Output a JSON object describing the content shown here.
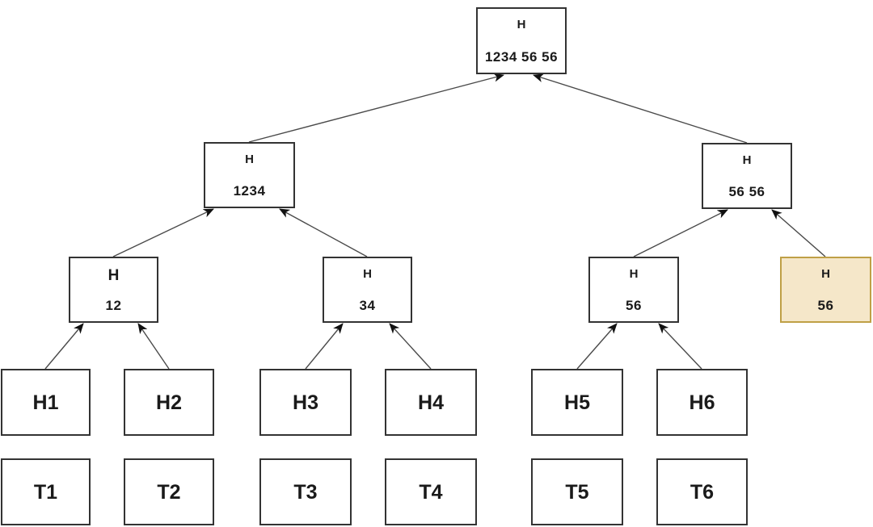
{
  "nodes": {
    "root": {
      "hash_label": "H",
      "value": "1234 56 56"
    },
    "n1234": {
      "hash_label": "H",
      "value": "1234"
    },
    "n5656": {
      "hash_label": "H",
      "value": "56 56"
    },
    "n12": {
      "hash_label": "H",
      "value": "12"
    },
    "n34": {
      "hash_label": "H",
      "value": "34"
    },
    "n56": {
      "hash_label": "H",
      "value": "56"
    },
    "n56dup": {
      "hash_label": "H",
      "value": "56",
      "highlighted": true
    },
    "h1": {
      "label": "H1"
    },
    "h2": {
      "label": "H2"
    },
    "h3": {
      "label": "H3"
    },
    "h4": {
      "label": "H4"
    },
    "h5": {
      "label": "H5"
    },
    "h6": {
      "label": "H6"
    },
    "t1": {
      "label": "T1"
    },
    "t2": {
      "label": "T2"
    },
    "t3": {
      "label": "T3"
    },
    "t4": {
      "label": "T4"
    },
    "t5": {
      "label": "T5"
    },
    "t6": {
      "label": "T6"
    }
  },
  "edges": [
    {
      "from": "n1234",
      "to": "root"
    },
    {
      "from": "n5656",
      "to": "root"
    },
    {
      "from": "n12",
      "to": "n1234"
    },
    {
      "from": "n34",
      "to": "n1234"
    },
    {
      "from": "n56",
      "to": "n5656"
    },
    {
      "from": "n56dup",
      "to": "n5656"
    },
    {
      "from": "h1",
      "to": "n12"
    },
    {
      "from": "h2",
      "to": "n12"
    },
    {
      "from": "h3",
      "to": "n34"
    },
    {
      "from": "h4",
      "to": "n34"
    },
    {
      "from": "h5",
      "to": "n56"
    },
    {
      "from": "h6",
      "to": "n56"
    }
  ],
  "colors": {
    "highlight_fill": "#F5E7C9",
    "highlight_border": "#BFA046",
    "box_fill": "#FFFFFF",
    "box_border": "#333333",
    "edge": "#4A4A4A",
    "arrowhead": "#111111"
  }
}
